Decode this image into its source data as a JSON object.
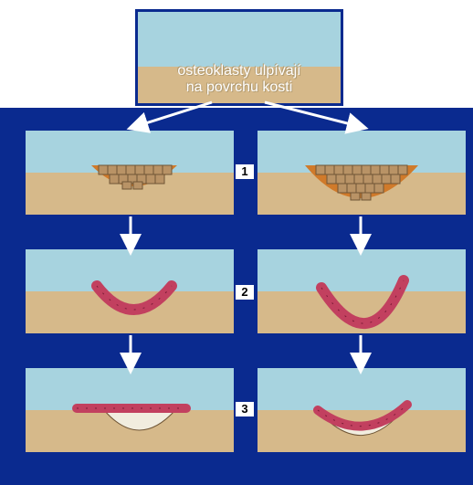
{
  "caption_line1": "osteoklasty ulpívají",
  "caption_line2": "na povrchu kosti",
  "steps": [
    "1",
    "2",
    "3"
  ],
  "colors": {
    "background": "#0a2a8f",
    "water": "#a7d3df",
    "bone": "#d6b98a",
    "osteoclast_cell": "#b99366",
    "resorption_cavity": "#d07a2a",
    "osteoblast_cell": "#c2405f",
    "new_bone": "#f1eddf"
  }
}
